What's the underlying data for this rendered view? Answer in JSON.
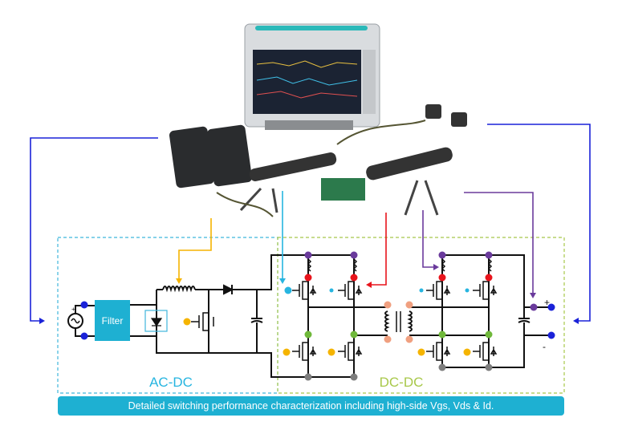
{
  "diagram": {
    "filter_label": "Filter",
    "ac_dc_label": "AC-DC",
    "dc_dc_label": "DC-DC",
    "output_plus": "+",
    "output_minus": "-",
    "banner": "Detailed switching performance characterization including high-side Vgs, Vds & Id."
  },
  "colors": {
    "ac_dc_box": "#3fb6dc",
    "dc_dc_box": "#a8c84a",
    "banner": "#1eb0d2",
    "probe_blue": "#1a22d8",
    "probe_orange": "#f5b400",
    "probe_cyan": "#27b5e0",
    "probe_red": "#e8141c",
    "probe_purple": "#6a3a9c"
  }
}
